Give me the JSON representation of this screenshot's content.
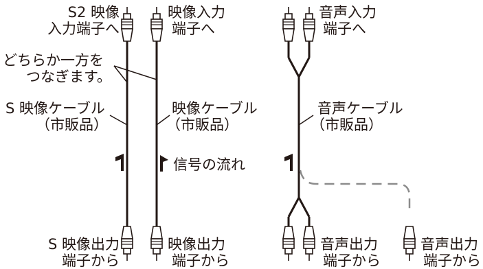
{
  "labels": {
    "s2_video_input_l1": "S2 映像",
    "s2_video_input_l2": "入力端子へ",
    "video_input_l1": "映像入力",
    "video_input_l2": "端子へ",
    "audio_input_l1": "音声入力",
    "audio_input_l2": "端子へ",
    "either_one_l1": "どちらか一方を",
    "either_one_l2": "つなぎます。",
    "s_video_cable_l1": "S 映像ケーブル",
    "s_video_cable_l2": "（市販品）",
    "video_cable_l1": "映像ケーブル",
    "video_cable_l2": "（市販品）",
    "audio_cable_l1": "音声ケーブル",
    "audio_cable_l2": "（市販品）",
    "signal_flow": "信号の流れ",
    "s_video_output_l1": "S 映像出力",
    "s_video_output_l2": "端子から",
    "video_output_l1": "映像出力",
    "video_output_l2": "端子から",
    "audio_output_a_l1": "音声出力",
    "audio_output_a_l2": "端子から",
    "audio_output_b_l1": "音声出力",
    "audio_output_b_l2": "端子から"
  },
  "colors": {
    "line": "#231815",
    "dash": "#8c8c8c"
  }
}
